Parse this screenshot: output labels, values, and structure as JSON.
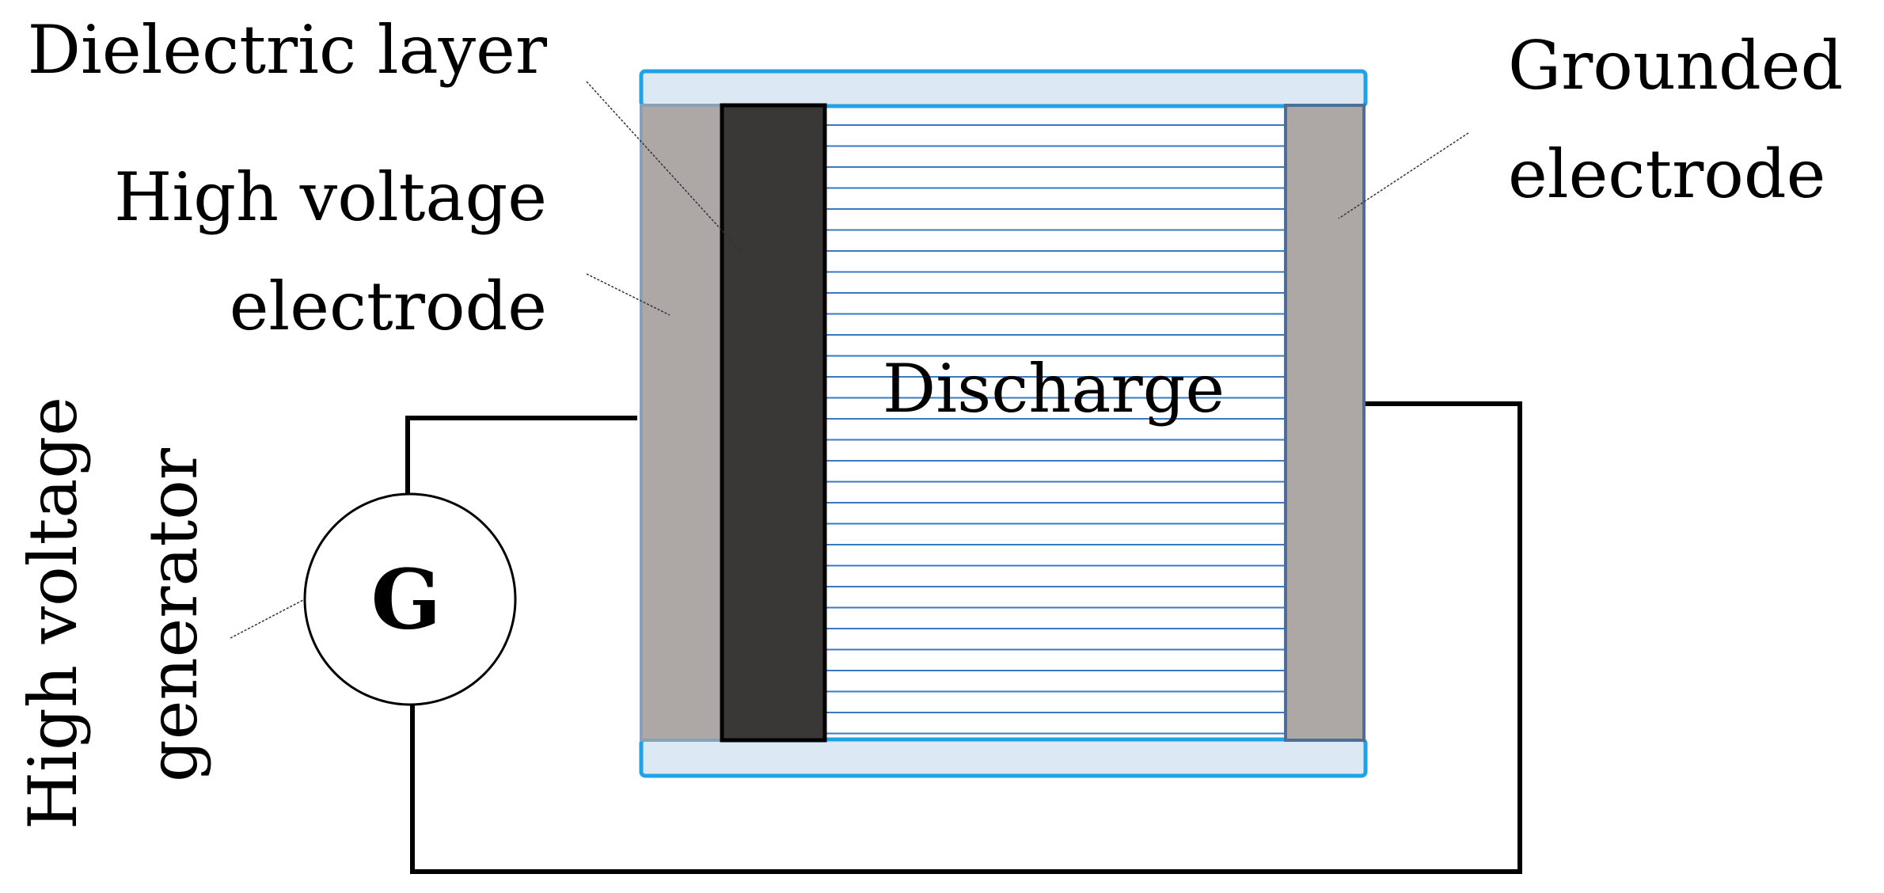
{
  "labels": {
    "dielectric_layer": "Dielectric layer",
    "high_voltage_electrode_line1": "High voltage",
    "high_voltage_electrode_line2": "electrode",
    "grounded_electrode_line1": "Grounded",
    "grounded_electrode_line2": "electrode",
    "discharge": "Discharge",
    "generator_symbol": "G",
    "high_voltage_generator_line1": "High voltage",
    "high_voltage_generator_line2": "generator"
  },
  "colors": {
    "electrode_fill": "#ada8a6",
    "electrode_border_left": "#8a9fb8",
    "electrode_border_right": "#4d6f96",
    "dielectric_fill": "#393837",
    "plate_fill": "#dce9f5",
    "plate_border": "#1fa3e8",
    "discharge_line": "#3a78c0",
    "wire": "#000000"
  }
}
